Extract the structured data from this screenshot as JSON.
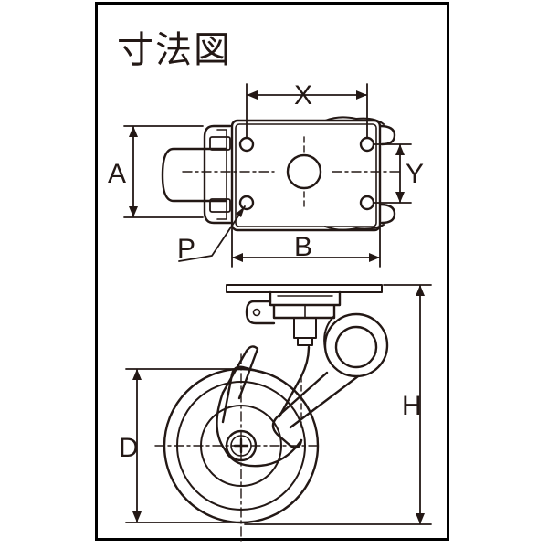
{
  "title": "寸法図",
  "labels": {
    "x": "X",
    "y": "Y",
    "a": "A",
    "b": "B",
    "p": "P",
    "d": "D",
    "h": "H"
  },
  "colors": {
    "line": "#231815",
    "background": "#ffffff"
  }
}
